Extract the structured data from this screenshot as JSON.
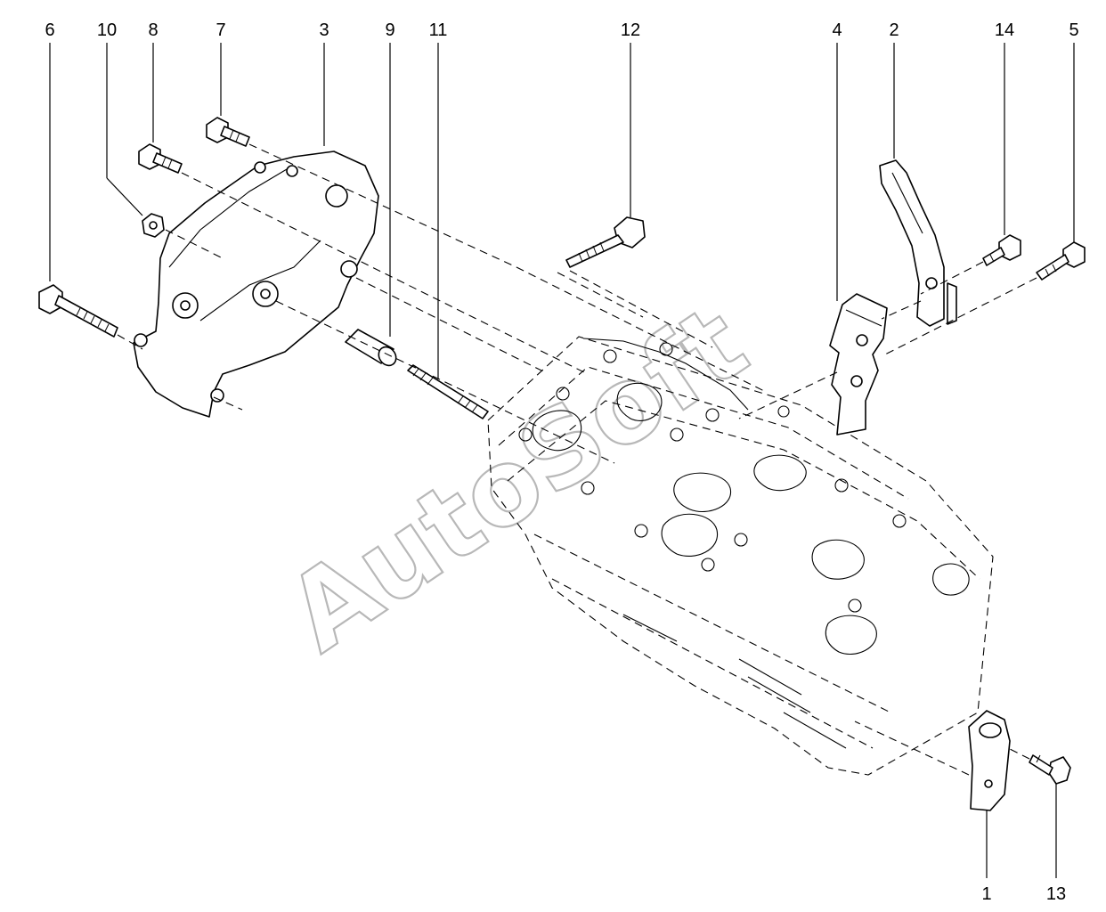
{
  "watermark": {
    "text": "AutoSoft",
    "color": "#b8b8b8"
  },
  "callouts": {
    "c1": "1",
    "c2": "2",
    "c3": "3",
    "c4": "4",
    "c5": "5",
    "c6": "6",
    "c7": "7",
    "c8": "8",
    "c9": "9",
    "c10": "10",
    "c11": "11",
    "c12": "12",
    "c13": "13",
    "c14": "14"
  }
}
